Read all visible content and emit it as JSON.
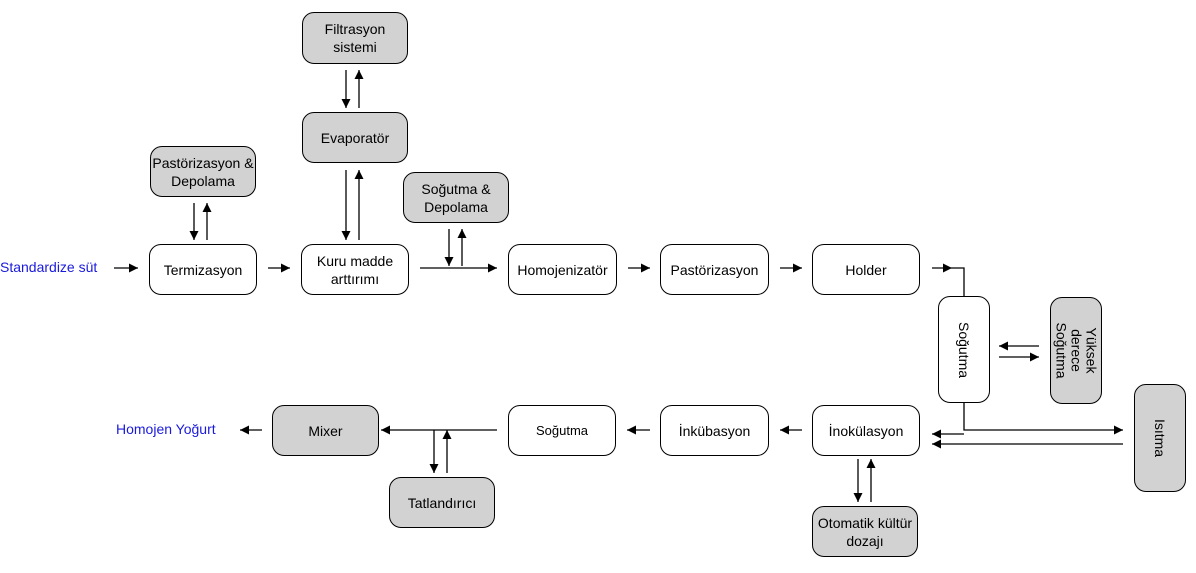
{
  "input_label": "Standardize süt",
  "output_label": "Homojen Yoğurt",
  "boxes": {
    "filtrasyon": "Filtrasyon sistemi",
    "evaporator": "Evaporatör",
    "pastorizasyon_depolama": "Pastörizasyon & Depolama",
    "sogutma_depolama": "Soğutma & Depolama",
    "termizasyon": "Termizasyon",
    "kuru_madde": "Kuru madde arttırımı",
    "homojenizator": "Homojenizatör",
    "pastorizasyon": "Pastörizasyon",
    "holder": "Holder",
    "sogutma_right": "Soğutma",
    "yuksek_derece": "Yüksek derece Soğutma",
    "isitma": "Isıtma",
    "inokulasyon": "İnokülasyon",
    "inkubasyon": "İnkübasyon",
    "sogutma_bottom": "Soğutma",
    "mixer": "Mixer",
    "tatlandirici": "Tatlandırıcı",
    "kultur": "Otomatik kültür dozajı"
  },
  "colors": {
    "label_blue": "#1a1adc",
    "grey_fill": "#d2d2d2"
  }
}
